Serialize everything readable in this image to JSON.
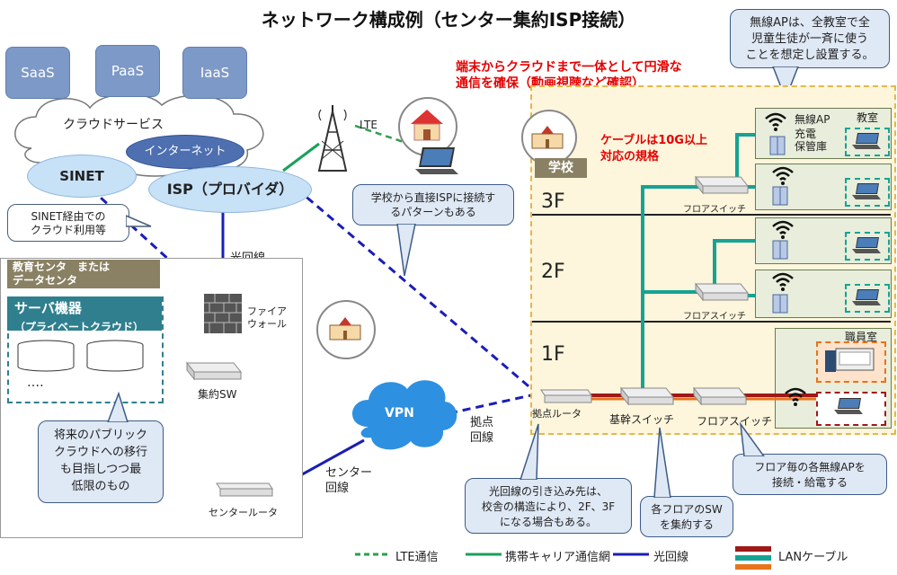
{
  "title": "ネットワーク構成例（センター集約ISP接続）",
  "cloud": {
    "services": [
      "SaaS",
      "PaaS",
      "IaaS"
    ],
    "label": "クラウドサービス",
    "internet": "インターネット",
    "sinet": "SINET",
    "isp": "ISP（プロバイダ）"
  },
  "callouts": {
    "sinet_usage": "SINET経由での\nクラウド利用等",
    "isp_direct": "学校から直接ISPに接続す\nるパターンもある",
    "wireless_ap": "無線APは、全教室で全\n児童生徒が一斉に使う\nことを想定し設置する。",
    "future_cloud": "将来のパブリック\nクラウドへの移行\nも目指しつつ最\n低限のもの",
    "fiber_entry": "光回線の引き込み先は、\n校舎の構造により、2F、3F\nになる場合もある。",
    "aggregate_sw": "各フロアのSW\nを集約する",
    "floor_ap": "フロア毎の各無線APを\n接続・給電する"
  },
  "notes": {
    "smooth": "端末からクラウドまで一体として円滑な\n通信を確保（動画視聴など確認）",
    "cable": "ケーブルは10G以上\n対応の規格"
  },
  "labels": {
    "lte": "LTE",
    "fiber_line": "光回線",
    "firewall": "ファイア\nウォール",
    "aggregate_sw": "集約SW",
    "center_router": "センタールータ",
    "vpn": "VPN",
    "center_line": "センター\n回線",
    "base_line": "拠点\n回線",
    "base_router": "拠点ルータ",
    "backbone_switch": "基幹スイッチ",
    "floor_switch": "フロアスイッチ"
  },
  "center": {
    "title": "教育センタ　または\nデータセンタ",
    "server_title": "サーバ機器",
    "server_sub": "（プライベートクラウド）",
    "dots": "‥‥"
  },
  "school": {
    "label": "学校",
    "floors": [
      "3F",
      "2F",
      "1F"
    ],
    "classroom": "教室",
    "wireless_ap": "無線AP",
    "charging": "充電\n保管庫",
    "staff_room": "職員室"
  },
  "legend": {
    "lte": "LTE通信",
    "carrier": "携帯キャリア通信網",
    "fiber": "光回線",
    "lan": "LANケーブル"
  },
  "colors": {
    "lte_line": "#2e9e4e",
    "carrier_line": "#1aa05a",
    "fiber_line": "#1b1eb5",
    "lan_teal": "#16a394",
    "lan_red": "#a01818",
    "lan_orange": "#e8731a",
    "school_bg": "#fdf6dc",
    "room_bg": "#e8eedb",
    "sky": "#c7e1f7"
  }
}
